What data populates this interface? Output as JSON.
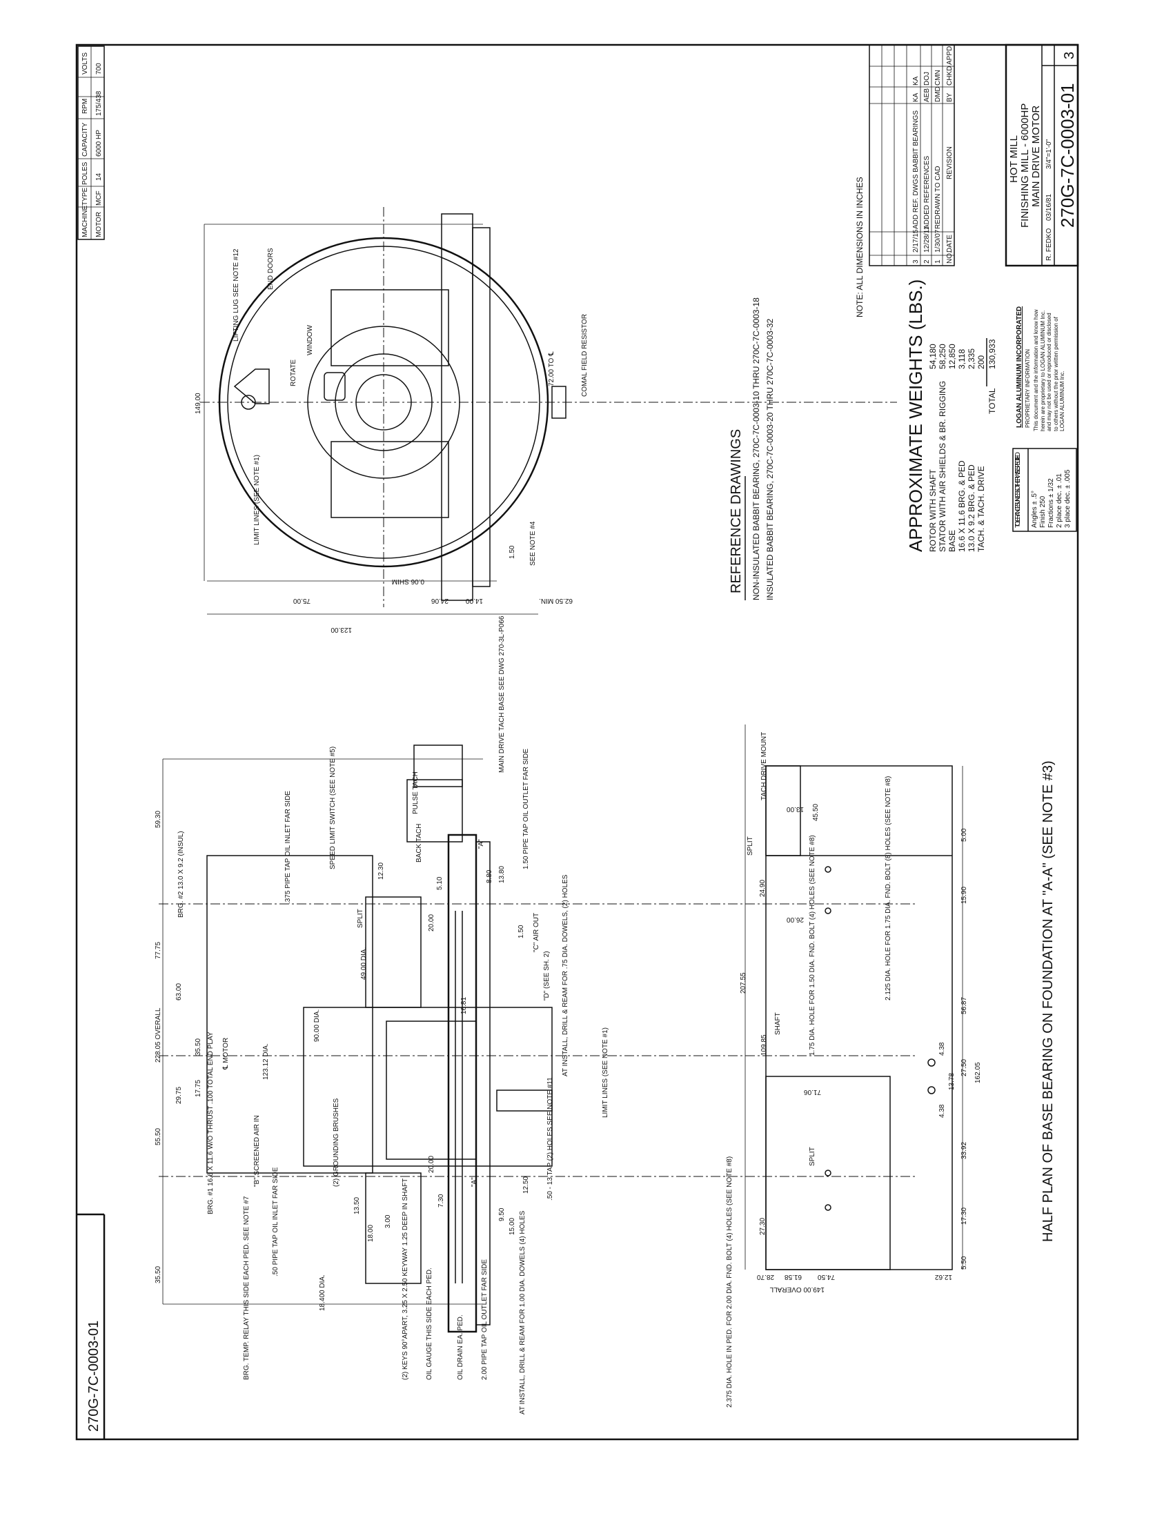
{
  "motor_table": {
    "headers": [
      "MACHINE",
      "TYPE",
      "POLES",
      "CAPACITY",
      "RPM",
      "VOLTS"
    ],
    "values": [
      "MOTOR",
      "MCF",
      "14",
      "6000 HP",
      "175/438",
      "700"
    ]
  },
  "drawing_number_side": "270G-7C-0003-01",
  "note": "NOTE: ALL DIMENSIONS IN INCHES",
  "revisions": {
    "rows": [
      {
        "no": "3",
        "date": "2/17/15",
        "desc": "ADD REF. DWGS BABBIT BEARINGS",
        "by": "KA",
        "chk": "KA"
      },
      {
        "no": "2",
        "date": "12/28/11",
        "desc": "ADDED REFERENCES",
        "by": "AEB",
        "chk": "DOJ"
      },
      {
        "no": "1",
        "date": "1/30/07",
        "desc": "REDRAWN TO CAD",
        "by": "DMD",
        "chk": "CMN"
      }
    ],
    "footer": {
      "no": "NO.",
      "date": "DATE",
      "desc": "REVISION",
      "by": "BY",
      "chk": "CHKD",
      "appr": "APPD"
    }
  },
  "title_block": {
    "line1": "HOT MILL",
    "line2": "FINISHING MILL - 6000HP",
    "line3": "MAIN DRIVE MOTOR",
    "drawn_by": "R. FEDKO",
    "date": "03/16/81",
    "scale": "3/4\"=1'-0\"",
    "number": "270G-7C-0003-01",
    "sheet": "3"
  },
  "weights": {
    "title": "APPROXIMATE WEIGHTS (LBS.)",
    "rows": [
      {
        "item": "ROTOR WITH SHAFT",
        "value": "54,180"
      },
      {
        "item": "STATOR WITH AIR SHIELDS & BR. RIGGING",
        "value": "58,250"
      },
      {
        "item": "BASE",
        "value": "12,850"
      },
      {
        "item": "16.6 X 11.6 BRG. & PED",
        "value": "3,118"
      },
      {
        "item": "13.0 X 9.2 BRG. & PED",
        "value": "2,335"
      },
      {
        "item": "TACH. & TACH. DRIVE",
        "value": "200"
      }
    ],
    "total_label": "TOTAL",
    "total": "130,933"
  },
  "reference_drawings": {
    "title": "REFERENCE DRAWINGS",
    "lines": [
      "NON-INSULATED BABBIT BEARING, 270C-7C-0003-10 THRU 270C-7C-0003-18",
      "INSULATED BABBIT BEARING, 270C-7C-0003-20 THRU 270C-7C-0003-32"
    ]
  },
  "tolerances": {
    "title": "TOLERANCES UNLESS OTHERWISE SPECIFIED",
    "lines": [
      "Angles ± .5°",
      "Finish 250",
      "Fractions ± 1/32",
      "2 place dec. ± .01",
      "3 place dec. ± .005"
    ]
  },
  "company": {
    "name": "LOGAN ALUMINUM INCORPORATED",
    "sub": "PROPRIETARY INFORMATION",
    "text": "This document and the information and know how herein are proprietary to LOGAN ALUMINUM Inc. and may not be used or reproduced or disclosed to others without the prior written permission of LOGAN ALUMINUM Inc."
  },
  "end_view": {
    "labels": [
      "LIFTING LUG SEE NOTE #12",
      "END DOORS",
      "WINDOW",
      "ROTATE",
      "LIMIT LINES (SEE NOTE #1)",
      "COMAL FIELD RESISTOR",
      "SEE NOTE #4",
      "72.00 TO ℄"
    ],
    "dims": [
      "149.00",
      "123.00",
      "75.00",
      "24.06",
      "14.00",
      "62.50 MIN.",
      "0.06 SHIM",
      "1.50"
    ]
  },
  "side_view": {
    "labels": [
      "MAIN DRIVE TACH BASE SEE DWG 270-3L-P066",
      "PULSE TACH",
      "BACK TACH",
      "SPEED LIMIT SWITCH (SEE NOTE #5)",
      ".375 PIPE TAP OIL INLET FAR SIDE",
      "BRG. #2 13.0 X 9.2 (INSUL)",
      "℄ MOTOR",
      "SPLIT",
      "\"C\" AIR OUT",
      "\"D\" (SEE SH. 2)",
      "AT INSTALL, DRILL & REAM FOR .75 DIA. DOWELS, (2) HOLES",
      "1.50 PIPE TAP OIL OUTLET FAR SIDE",
      "LIMIT LINES (SEE NOTE #1)",
      ".50 - 13 TAP (2) HOLES SEE NOTE #11",
      "\"B\" SCREENED AIR IN",
      "(2) GROUNDING BRUSHES",
      "BRG. #1 16.6 X 11.6 W/O THRUST .100 TOTAL END PLAY",
      ".50 PIPE TAP OIL INLET FAR SIDE",
      "BRG. TEMP. RELAY THIS SIDE EACH PED. SEE NOTE #7",
      "(2) KEYS 90°APART, 3.25 X 2.50 KEYWAY 1.25 DEEP IN SHAFT",
      "OIL GAUGE THIS SIDE EACH PED.",
      "OIL DRAIN EA. PED.",
      "2.00 PIPE TAP OIL OUTLET FAR SIDE",
      "AT INSTALL, DRILL & REAM FOR 1.00 DIA. DOWELS (4) HOLES",
      "\"A\"",
      "\"A\""
    ],
    "dims": [
      "228.05 OVERALL",
      "35.50",
      "55.50",
      "29.75",
      "35.50",
      "63.00",
      "77.75",
      "59.30",
      "17.75",
      "123.12 DIA.",
      "90.00 DIA.",
      "49.00 DIA.",
      "20.00",
      "12.30",
      "5.10",
      "13.80",
      "8.80",
      "1.50",
      "16.81",
      "18.00",
      "13.50",
      "3.00",
      "20.00",
      "12.50",
      "7.30",
      "9.50",
      "15.00",
      "18.400 DIA."
    ]
  },
  "half_plan": {
    "caption": "HALF PLAN OF BASE BEARING ON FOUNDATION AT \"A-A\" (SEE NOTE #3)",
    "labels": [
      "TACH DRIVE MOUNT",
      "SPLIT",
      "SHAFT",
      "SPLIT",
      "1.75 DIA. HOLE FOR 1.50 DIA. FND. BOLT (4) HOLES (SEE NOTE #8)",
      "2.125 DIA. HOLE FOR 1.75 DIA. FND. BOLT (8) HOLES (SEE NOTE #8)",
      "2.375 DIA. HOLE IN PED. FOR 2.00 DIA. FND. BOLT (4) HOLES (SEE NOTE #8)"
    ],
    "dims": [
      "207.55",
      "109.85",
      "149.00 OVERALL",
      "74.50",
      "61.58",
      "28.70",
      "27.30",
      "12.62",
      "71.06",
      "26.00",
      "24.90",
      "13.00",
      "45.50",
      "5.00",
      "15.90",
      "56.87",
      "27.50",
      "33.92",
      "17.30",
      "5.50",
      "162.05",
      "13.78",
      "4.38",
      "4.38"
    ]
  }
}
